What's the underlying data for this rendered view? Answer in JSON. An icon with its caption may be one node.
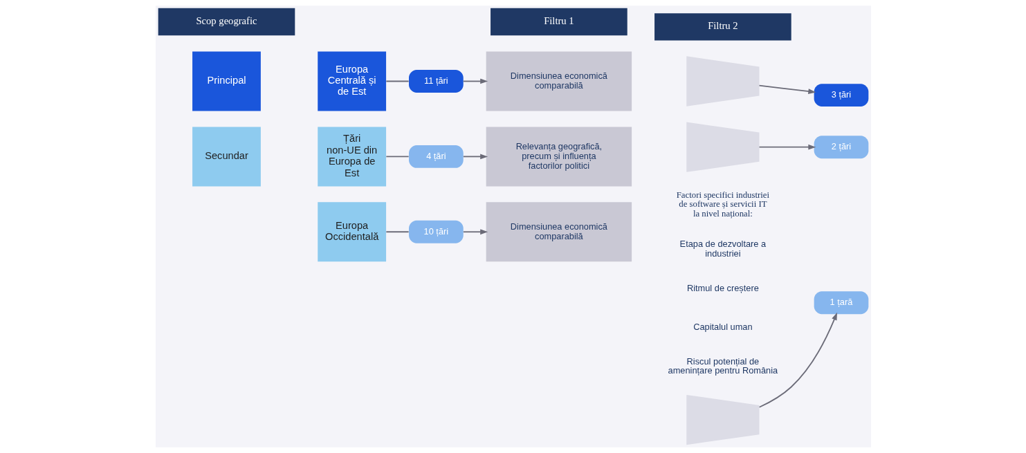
{
  "diagram": {
    "nodes": [
      {
        "text": [
          "Scop geografic"
        ]
      },
      {
        "text": [
          "Filtru 1"
        ]
      },
      {
        "text": [
          "Filtru 2"
        ]
      },
      {
        "text": [
          "Principal"
        ]
      },
      {
        "text": [
          "Europa Centrală și de Est"
        ]
      },
      {
        "text": [
          "11 țări"
        ]
      },
      {
        "text": [
          "Dimensiunea economică comparabilă"
        ]
      },
      {
        "text": [],
        "shape": "funnel"
      },
      {
        "text": [
          "3 țări"
        ]
      },
      {
        "text": [
          "Secundar"
        ]
      },
      {
        "text": [
          "Țări non-UE din Europa de Est"
        ]
      },
      {
        "text": [
          "4 țări"
        ]
      },
      {
        "text": [
          "Relevanța geografică, precum și influența factorilor politici"
        ]
      },
      {
        "text": [],
        "shape": "funnel"
      },
      {
        "text": [
          "2 țări"
        ]
      },
      {
        "text": [
          "Europa Occidentală"
        ]
      },
      {
        "text": [
          "10 țări"
        ]
      },
      {
        "text": [
          "Dimensiunea economică comparabilă"
        ]
      },
      {
        "text": [],
        "shape": "funnel"
      },
      {
        "text": [
          "1 țară"
        ]
      }
    ],
    "edges": [
      {
        "from": 4,
        "to": 5,
        "arrow": "none"
      },
      {
        "from": 5,
        "to": 6,
        "arrow": "to"
      },
      {
        "from": 7,
        "to": 8,
        "arrow": "to"
      },
      {
        "from": 10,
        "to": 11,
        "arrow": "none"
      },
      {
        "from": 11,
        "to": 12,
        "arrow": "to"
      },
      {
        "from": 13,
        "to": 14,
        "arrow": "to"
      },
      {
        "from": 15,
        "to": 16,
        "arrow": "none"
      },
      {
        "from": 16,
        "to": 17,
        "arrow": "to"
      },
      {
        "from": 18,
        "to": 19,
        "arrow": "to"
      }
    ],
    "labels": [
      "Factori specifici industriei de software și servicii IT la nivel național:",
      "Etapa de dezvoltare a industriei",
      "Ritmul de creștere",
      "Capitalul uman",
      "Riscul potențial de amenințare pentru România"
    ]
  }
}
